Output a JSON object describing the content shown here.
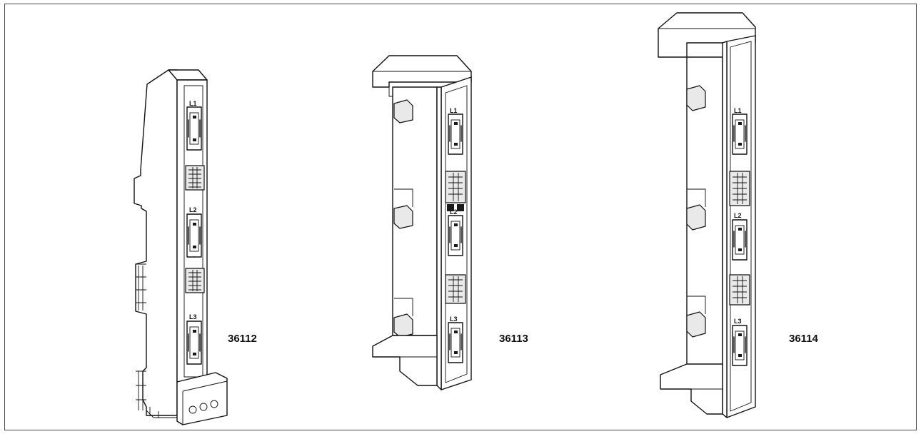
{
  "figure": {
    "products": [
      {
        "code": "36112",
        "phase_marks": [
          "L1",
          "L2",
          "L3"
        ]
      },
      {
        "code": "36113",
        "phase_marks": [
          "L1",
          "L2",
          "L3"
        ]
      },
      {
        "code": "36114",
        "phase_marks": [
          "L1",
          "L2",
          "L3"
        ]
      }
    ]
  },
  "colors": {
    "line": "#111111",
    "shade": "#e9e9e9",
    "frame": "#4a4a4a",
    "background": "#ffffff"
  }
}
